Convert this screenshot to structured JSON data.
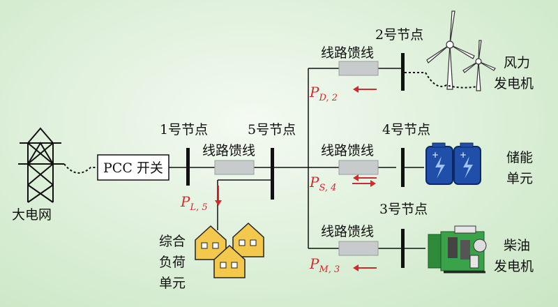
{
  "nodes": {
    "node1": "1号节点",
    "node5": "5号节点",
    "node2": "2号节点",
    "node4": "4号节点",
    "node3": "3号节点"
  },
  "feeders": {
    "feeder_main": "线路馈线",
    "feeder_top": "线路馈线",
    "feeder_mid": "线路馈线",
    "feeder_bot": "线路馈线"
  },
  "switch": {
    "label": "PCC 开关"
  },
  "grid": {
    "label": "大电网"
  },
  "wind": {
    "line1": "风力",
    "line2": "发电机"
  },
  "storage": {
    "line1": "储能",
    "line2": "单元"
  },
  "diesel": {
    "line1": "柴油",
    "line2": "发电机"
  },
  "load": {
    "line1": "综合",
    "line2": "负荷",
    "line3": "单元"
  },
  "powers": {
    "p_d": {
      "main": "P",
      "sub": "D, 2"
    },
    "p_s": {
      "main": "P",
      "sub": "S, 4"
    },
    "p_m": {
      "main": "P",
      "sub": "M, 3"
    },
    "p_l": {
      "main": "P",
      "sub": "L, 5"
    }
  },
  "colors": {
    "arrow": "#d4282b",
    "house": "#f2c94c",
    "battery": "#1f4fa8",
    "diesel": "#2e8b3a"
  }
}
